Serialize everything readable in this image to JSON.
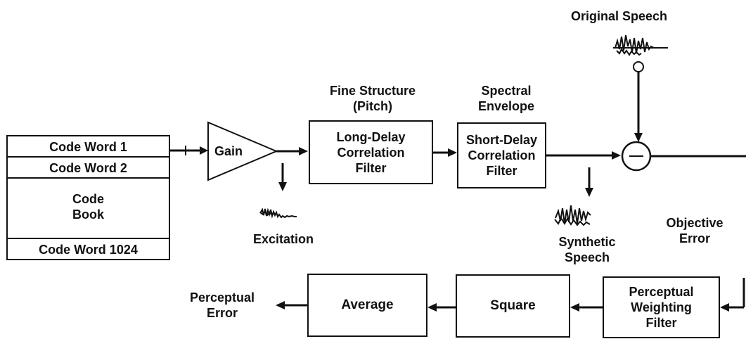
{
  "codebook": {
    "rows": [
      "Code Word 1",
      "Code Word 2",
      "Code Word 1024"
    ],
    "center_line1": "Code",
    "center_line2": "Book"
  },
  "gain": {
    "label": "Gain"
  },
  "excitation": {
    "label": "Excitation"
  },
  "fine_structure": {
    "line1": "Fine Structure",
    "line2": "(Pitch)"
  },
  "long_delay": {
    "line1": "Long-Delay",
    "line2": "Correlation",
    "line3": "Filter"
  },
  "spectral_envelope": {
    "line1": "Spectral",
    "line2": "Envelope"
  },
  "short_delay": {
    "line1": "Short-Delay",
    "line2": "Correlation",
    "line3": "Filter"
  },
  "original_speech": {
    "label": "Original Speech"
  },
  "subtractor": {
    "symbol": "−"
  },
  "synthetic_speech": {
    "line1": "Synthetic",
    "line2": "Speech"
  },
  "objective_error": {
    "line1": "Objective",
    "line2": "Error"
  },
  "perceptual_weighting": {
    "line1": "Perceptual",
    "line2": "Weighting",
    "line3": "Filter"
  },
  "square": {
    "label": "Square"
  },
  "average": {
    "label": "Average"
  },
  "perceptual_error": {
    "line1": "Perceptual",
    "line2": "Error"
  }
}
